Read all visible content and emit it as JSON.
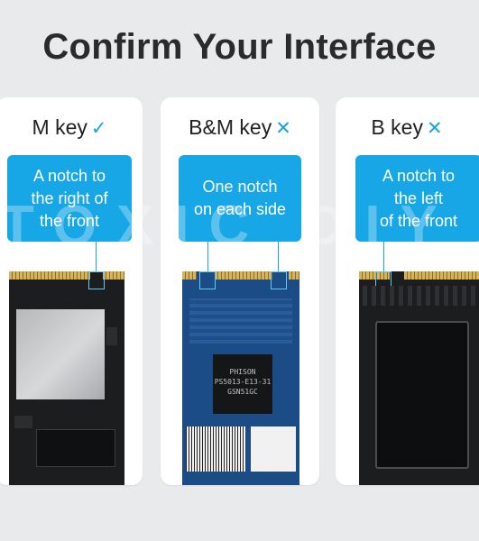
{
  "title": "Confirm Your Interface",
  "colors": {
    "accent": "#17a7e6",
    "background": "#e9eaec",
    "card": "#ffffff"
  },
  "cards": [
    {
      "name": "M key",
      "mark": "✓",
      "mark_icon": "check-icon",
      "lines": [
        "A notch to",
        "the right of",
        "the front"
      ],
      "compatible": true
    },
    {
      "name": "B&M key",
      "mark": "✕",
      "mark_icon": "cross-icon",
      "lines": [
        "One notch",
        "on each side"
      ],
      "compatible": false
    },
    {
      "name": "B key",
      "mark": "✕",
      "mark_icon": "cross-icon",
      "lines": [
        "A notch to",
        "the left",
        "of the front"
      ],
      "compatible": false
    }
  ],
  "chip_text": [
    "PHISON",
    "PS5013-E13-31",
    "GSN51GC"
  ]
}
